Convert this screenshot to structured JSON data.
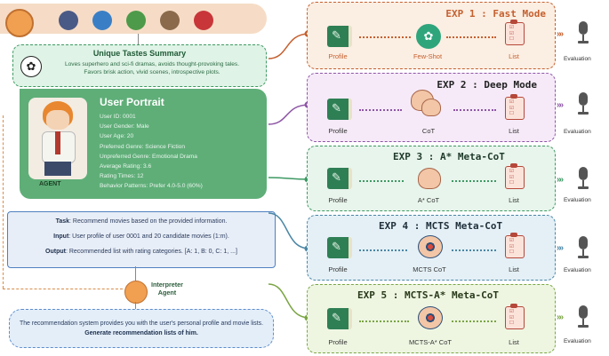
{
  "summary": {
    "title": "Unique Tastes Summary",
    "line1": "Loves superhero and sci-fi dramas, avoids thought-provoking tales.",
    "line2": "Favors brisk action, vivid scenes, introspective plots."
  },
  "portrait": {
    "title": "User Portrait",
    "agent_label": "AGENT",
    "fields": [
      "User ID: 0001",
      "User Gender: Male",
      "User Age: 20",
      "Preferred Genre: Science Fiction",
      "Unpreferred Genre: Emotional Drama",
      "Average Rating: 3.6",
      "Rating Times: 12",
      "Behavior Patterns: Prefer 4.0-5.0 (60%)"
    ]
  },
  "task": {
    "task_key": "Task",
    "task_val": ": Recommend movies based on the provided information.",
    "input_key": "Input",
    "input_val": ": User profile of user 0001 and 20 candidate movies (1:m).",
    "output_key": "Output",
    "output_val": ": Recommended list with rating categories. [A: 1, B: 0, C: 1, ...]"
  },
  "interpreter": {
    "line1": "Interpreter",
    "line2": "Agent"
  },
  "recommendation": {
    "text": "The recommendation system provides you with the user's personal profile and movie lists. ",
    "bold": "Generate recommendation lists of him."
  },
  "experiments": [
    {
      "title": "EXP 1 : Fast Mode",
      "profile": "Profile",
      "method": "Few-Shot",
      "list": "List",
      "evaluation": "Evaluation",
      "color": "#c5602f",
      "bg": "#fbeee2"
    },
    {
      "title": "EXP 2 : Deep Mode",
      "profile": "Profile",
      "method": "CoT",
      "list": "List",
      "evaluation": "Evaluation",
      "color": "#8e56a6",
      "bg": "#f6eaf8"
    },
    {
      "title": "EXP 3 : A* Meta-CoT",
      "profile": "Profile",
      "method": "A* CoT",
      "list": "List",
      "evaluation": "Evaluation",
      "color": "#3d9963",
      "bg": "#e8f5ec"
    },
    {
      "title": "EXP 4 : MCTS Meta-CoT",
      "profile": "Profile",
      "method": "MCTS CoT",
      "list": "List",
      "evaluation": "Evaluation",
      "color": "#4a86a5",
      "bg": "#e4f0f6"
    },
    {
      "title": "EXP 5 : MCTS-A* Meta-CoT",
      "profile": "Profile",
      "method": "MCTS-A* CoT",
      "list": "List",
      "evaluation": "Evaluation",
      "color": "#7aa544",
      "bg": "#eef6e2"
    }
  ],
  "icons": {
    "avatars": [
      "ninja-avatar-icon",
      "hero-avatar-icon",
      "hulk-avatar-icon",
      "reader-avatar-icon",
      "girl-avatar-icon"
    ],
    "gpt": "openai-logo-icon",
    "profile": "profile-book-icon",
    "list": "clipboard-list-icon",
    "evaluation": "microphone-icon"
  }
}
